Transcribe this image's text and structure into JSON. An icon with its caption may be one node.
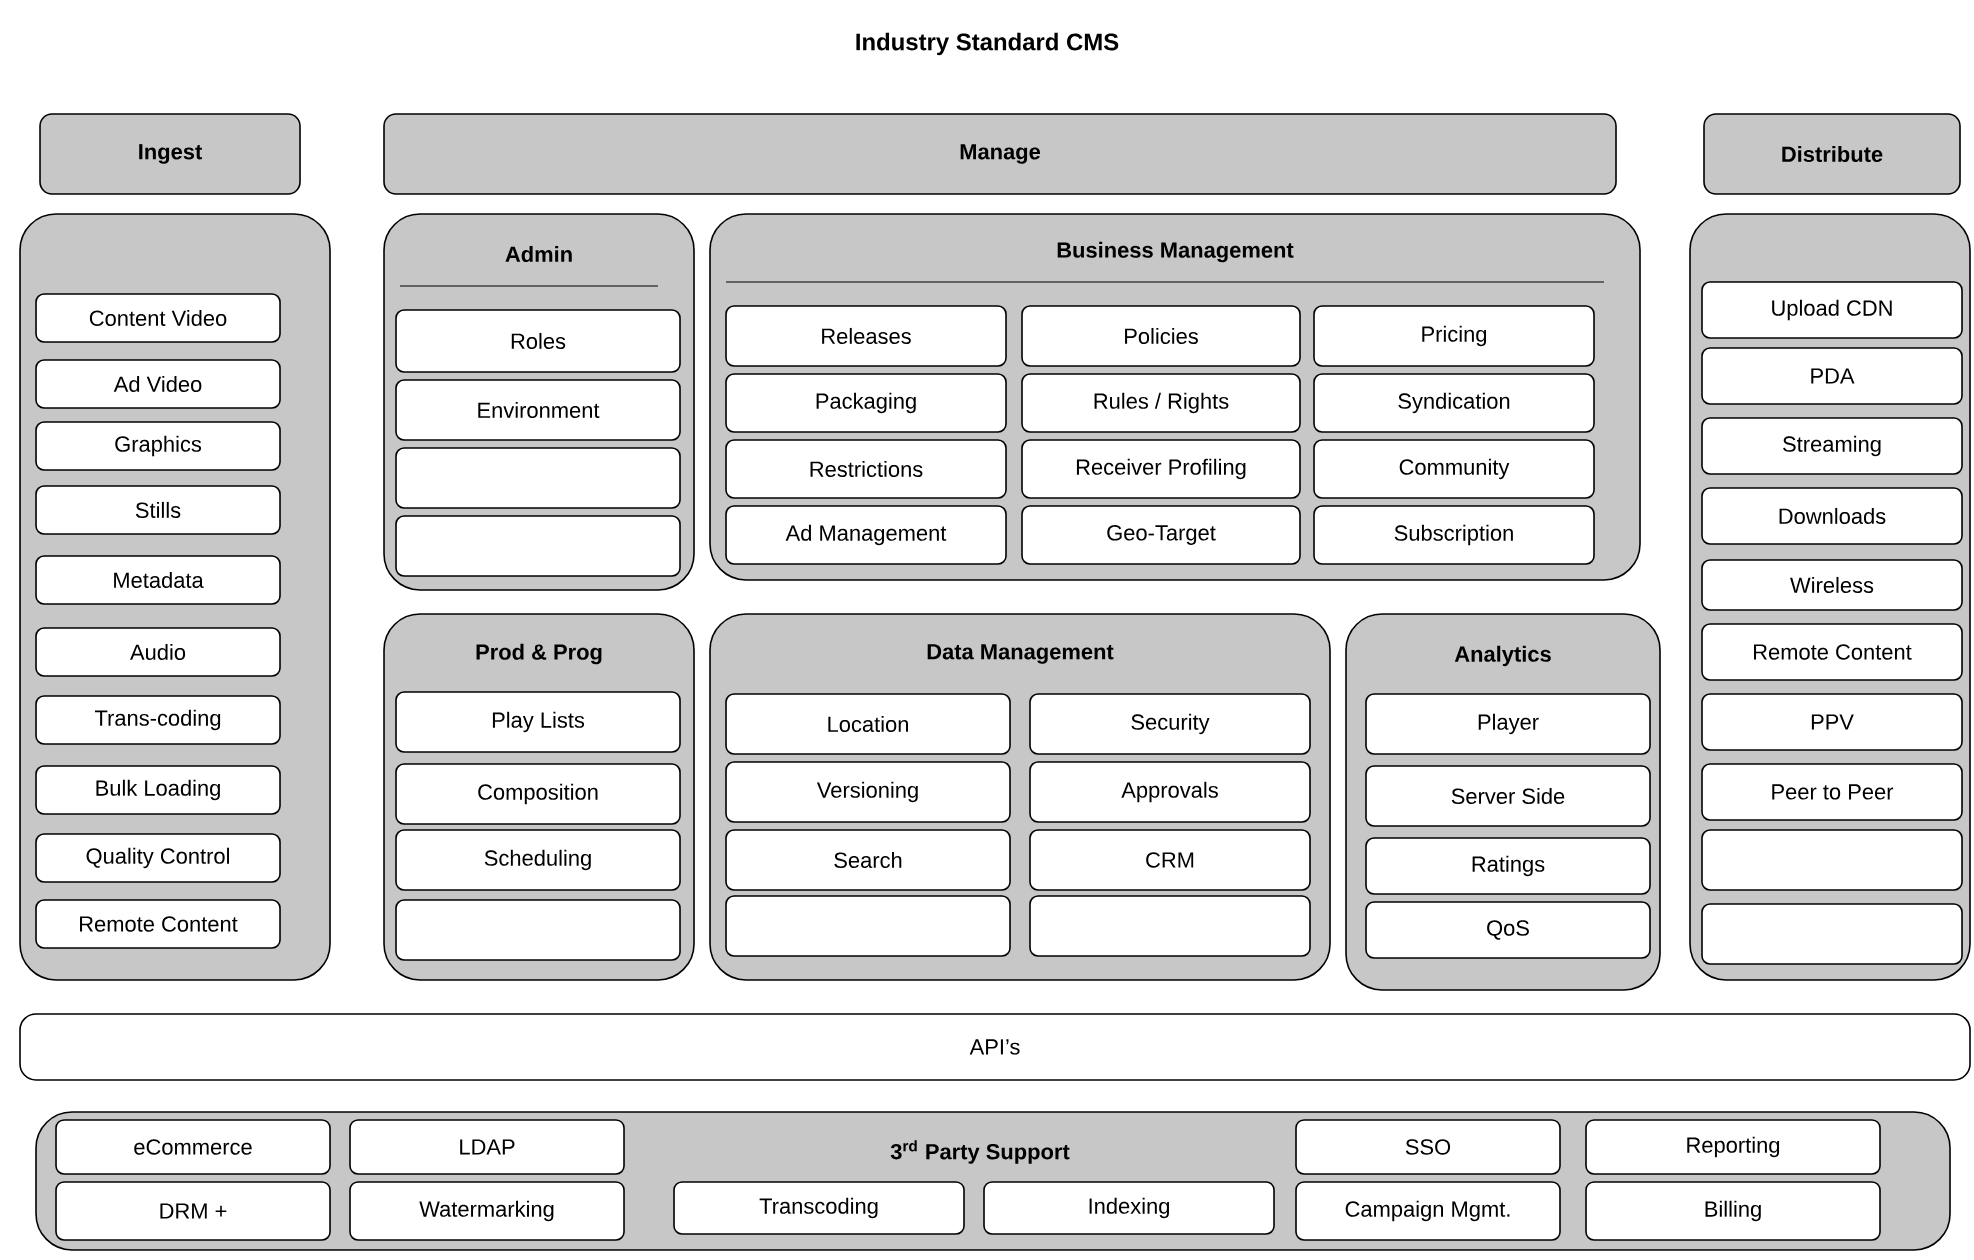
{
  "diagram": {
    "title": "Industry Standard CMS",
    "nodes": [
      {
        "text": [
          "Ingest"
        ]
      },
      {
        "text": [
          "Manage"
        ]
      },
      {
        "text": [
          "Distribute"
        ]
      },
      {
        "text": [],
        "shape": "box"
      },
      {
        "text": [
          "Content Video"
        ],
        "in": 3
      },
      {
        "text": [
          "Ad Video"
        ],
        "in": 3
      },
      {
        "text": [
          "Graphics"
        ],
        "in": 3
      },
      {
        "text": [
          "Stills"
        ],
        "in": 3
      },
      {
        "text": [
          "Metadata"
        ],
        "in": 3
      },
      {
        "text": [
          "Audio"
        ],
        "in": 3
      },
      {
        "text": [
          "Trans-coding"
        ],
        "in": 3
      },
      {
        "text": [
          "Bulk Loading"
        ],
        "in": 3
      },
      {
        "text": [
          "Quality Control"
        ],
        "in": 3
      },
      {
        "text": [
          "Remote Content"
        ],
        "in": 3
      },
      {
        "text": [
          "Admin"
        ]
      },
      {
        "text": [
          "Roles"
        ],
        "in": 14
      },
      {
        "text": [
          "Environment"
        ],
        "in": 14
      },
      {
        "text": [],
        "shape": "box",
        "in": 14
      },
      {
        "text": [],
        "shape": "box",
        "in": 14
      },
      {
        "text": [
          "Business Management"
        ]
      },
      {
        "text": [
          "Releases"
        ],
        "in": 19
      },
      {
        "text": [
          "Policies"
        ],
        "in": 19
      },
      {
        "text": [
          "Pricing"
        ],
        "in": 19
      },
      {
        "text": [
          "Packaging"
        ],
        "in": 19
      },
      {
        "text": [
          "Rules / Rights"
        ],
        "in": 19
      },
      {
        "text": [
          "Syndication"
        ],
        "in": 19
      },
      {
        "text": [
          "Restrictions"
        ],
        "in": 19
      },
      {
        "text": [
          "Receiver Profiling"
        ],
        "in": 19
      },
      {
        "text": [
          "Community"
        ],
        "in": 19
      },
      {
        "text": [
          "Ad Management"
        ],
        "in": 19
      },
      {
        "text": [
          "Geo-Target"
        ],
        "in": 19
      },
      {
        "text": [
          "Subscription"
        ],
        "in": 19
      },
      {
        "text": [
          "Prod & Prog"
        ]
      },
      {
        "text": [
          "Play Lists"
        ],
        "in": 32
      },
      {
        "text": [
          "Composition"
        ],
        "in": 32
      },
      {
        "text": [
          "Scheduling"
        ],
        "in": 32
      },
      {
        "text": [],
        "shape": "box",
        "in": 32
      },
      {
        "text": [
          "Data Management"
        ]
      },
      {
        "text": [
          "Location"
        ],
        "in": 37
      },
      {
        "text": [
          "Security"
        ],
        "in": 37
      },
      {
        "text": [
          "Versioning"
        ],
        "in": 37
      },
      {
        "text": [
          "Approvals"
        ],
        "in": 37
      },
      {
        "text": [
          "Search"
        ],
        "in": 37
      },
      {
        "text": [
          "CRM"
        ],
        "in": 37
      },
      {
        "text": [],
        "shape": "box",
        "in": 37
      },
      {
        "text": [],
        "shape": "box",
        "in": 37
      },
      {
        "text": [
          "Analytics"
        ]
      },
      {
        "text": [
          "Player"
        ],
        "in": 46
      },
      {
        "text": [
          "Server Side"
        ],
        "in": 46
      },
      {
        "text": [
          "Ratings"
        ],
        "in": 46
      },
      {
        "text": [
          "QoS"
        ],
        "in": 46
      },
      {
        "text": [],
        "shape": "box"
      },
      {
        "text": [
          "Upload CDN"
        ],
        "in": 51
      },
      {
        "text": [
          "PDA"
        ],
        "in": 51
      },
      {
        "text": [
          "Streaming"
        ],
        "in": 51
      },
      {
        "text": [
          "Downloads"
        ],
        "in": 51
      },
      {
        "text": [
          "Wireless"
        ],
        "in": 51
      },
      {
        "text": [
          "Remote Content"
        ],
        "in": 51
      },
      {
        "text": [
          "PPV"
        ],
        "in": 51
      },
      {
        "text": [
          "Peer to Peer"
        ],
        "in": 51
      },
      {
        "text": [],
        "shape": "box",
        "in": 51
      },
      {
        "text": [],
        "shape": "box",
        "in": 51
      },
      {
        "text": [
          "API’s"
        ]
      },
      {
        "text": [
          "3$^{rd}$ Party Support"
        ]
      },
      {
        "text": [
          "eCommerce"
        ],
        "in": 63
      },
      {
        "text": [
          "LDAP"
        ],
        "in": 63
      },
      {
        "text": [
          "SSO"
        ],
        "in": 63
      },
      {
        "text": [
          "Reporting"
        ],
        "in": 63
      },
      {
        "text": [
          "DRM +"
        ],
        "in": 63
      },
      {
        "text": [
          "Watermarking"
        ],
        "in": 63
      },
      {
        "text": [
          "Transcoding"
        ],
        "in": 63
      },
      {
        "text": [
          "Indexing"
        ],
        "in": 63
      },
      {
        "text": [
          "Campaign Mgmt."
        ],
        "in": 63
      },
      {
        "text": [
          "Billing"
        ],
        "in": 63
      }
    ]
  }
}
